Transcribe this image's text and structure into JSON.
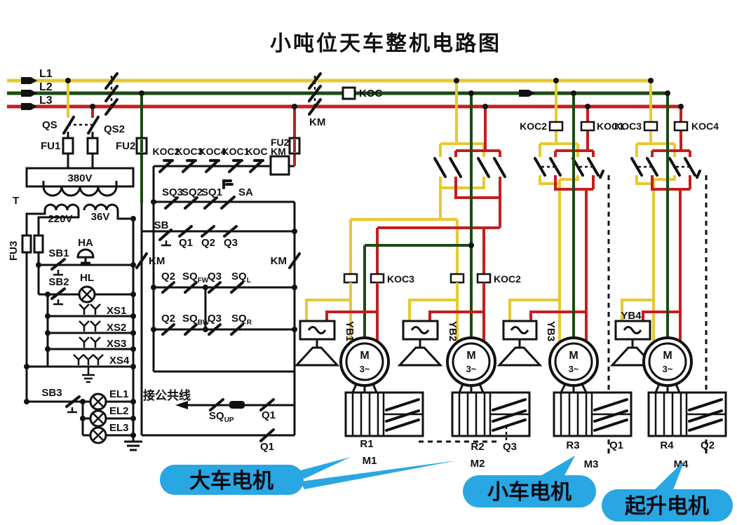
{
  "title": "小吨位天车整机电路图",
  "colors": {
    "phase_l1_yellow": "#e8c832",
    "phase_l2_green": "#1e4a14",
    "phase_l3_red": "#c41e1e",
    "wire_black": "#111111",
    "callout_blue": "#29a7e3",
    "background": "#ffffff"
  },
  "bus": {
    "l1": "L1",
    "l2": "L2",
    "l3": "L3"
  },
  "incomer": {
    "qs": "QS",
    "qs2": "QS2",
    "fu1": "FU1",
    "fu2": "FU2",
    "km": "KM",
    "koc": "KOC"
  },
  "transformer": {
    "t": "T",
    "primary": "380V",
    "sec1": "220V",
    "sec2": "36V"
  },
  "aux": {
    "fu3": "FU3",
    "sb1": "SB1",
    "ha": "HA",
    "sb2": "SB2",
    "hl": "HL",
    "xs1": "XS1",
    "xs2": "XS2",
    "xs3": "XS3",
    "xs4": "XS4",
    "sb3": "SB3",
    "el1": "EL1",
    "el2": "EL2",
    "el3": "EL3"
  },
  "control": {
    "koc2": "KOC2",
    "koc3": "KOC3",
    "koc4": "KOC4",
    "koc1": "KOC1",
    "koc": "KOC",
    "fu2": "FU2",
    "km_coil": "KM",
    "sq3": "SQ3",
    "sq2": "SQ2",
    "sq1": "SQ1",
    "sa": "SA",
    "sb": "SB",
    "q1": "Q1",
    "q2": "Q2",
    "q3": "Q3",
    "km_left": "KM",
    "km_right": "KM",
    "fw_q2": "Q2",
    "sq_fw": "SQ",
    "sq_fw_sub": "FW",
    "fw_q3": "Q3",
    "sq_l": "SQ",
    "sq_l_sub": "L",
    "bw_q2": "Q2",
    "sq_bw": "SQ",
    "sq_bw_sub": "BW",
    "bw_q3": "Q3",
    "sq_r": "SQ",
    "sq_r_sub": "R",
    "common_line": "接公共线",
    "sq_up": "SQ",
    "sq_up_sub": "UP",
    "q1_up": "Q1",
    "q1_bottom": "Q1"
  },
  "feeders": {
    "koc2": "KOC2",
    "koc1": "KOC1",
    "koc3": "KOC3",
    "koc4": "KOC4",
    "koc3_mid": "KOC3",
    "koc2_mid": "KOC2"
  },
  "motors": {
    "m": "M",
    "phase": "3~",
    "yb1": "YB1",
    "yb2": "YB2",
    "yb3": "YB3",
    "yb4": "YB4",
    "r1": "R1",
    "r2": "R2",
    "r3": "R3",
    "r4": "R4",
    "q3": "Q3",
    "q1": "Q1",
    "q2": "Q2",
    "m1": "M1",
    "m2": "M2",
    "m3": "M3",
    "m4": "M4"
  },
  "callouts": {
    "big_car": "大车电机",
    "small_car": "小车电机",
    "hoist": "起升电机"
  }
}
